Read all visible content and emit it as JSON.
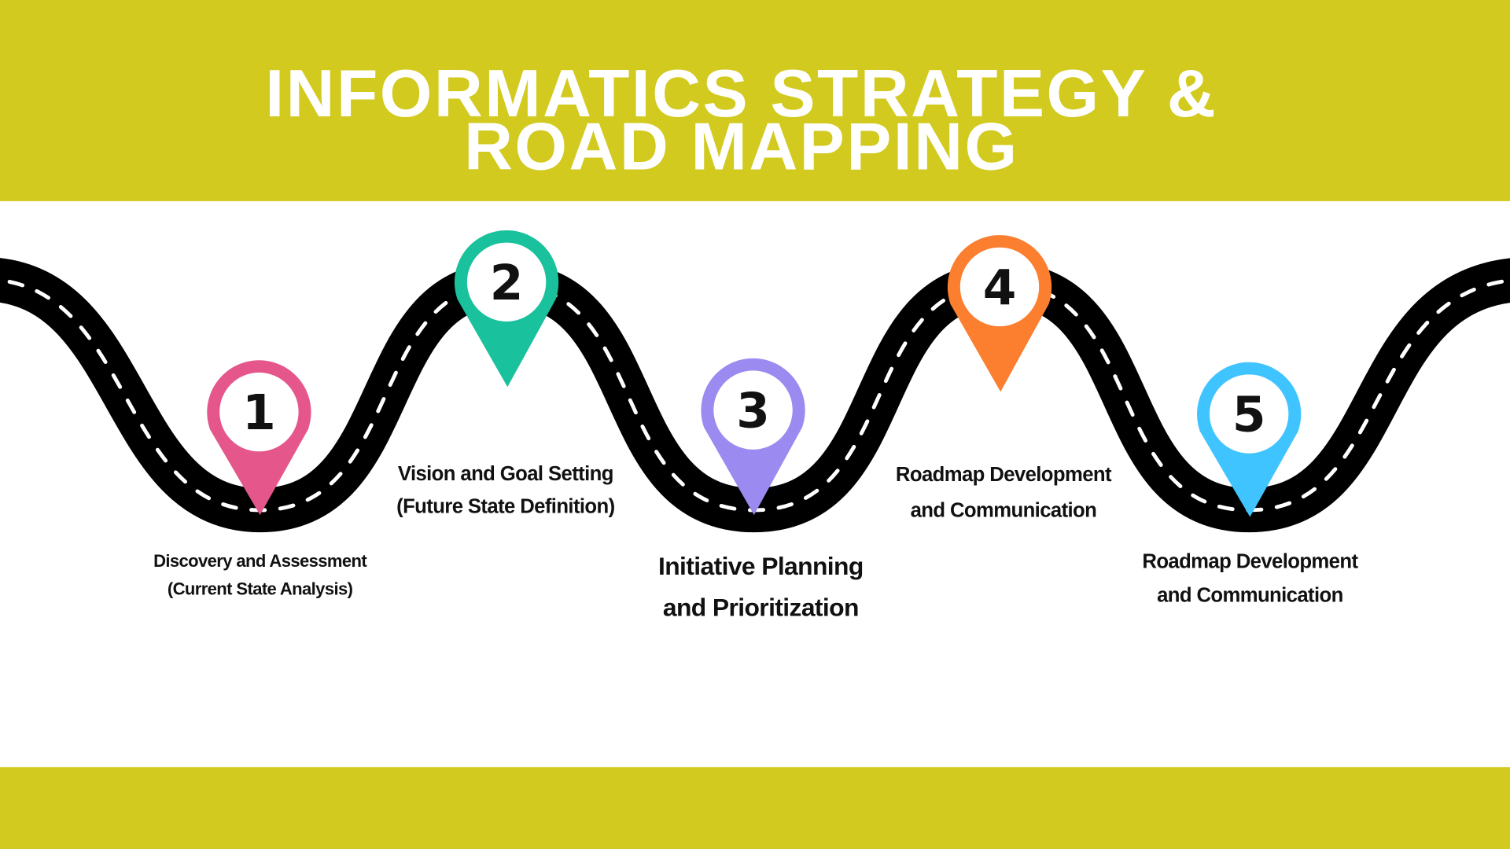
{
  "title": {
    "line1": "INFORMATICS STRATEGY &",
    "line2": "ROAD MAPPING"
  },
  "colors": {
    "band": "#D2CA1F",
    "road": "#000000",
    "pin1": "#E5578A",
    "pin2": "#19C19C",
    "pin3": "#9B8AF0",
    "pin4": "#FC7E2F",
    "pin5": "#40C4FF"
  },
  "steps": [
    {
      "number": "1",
      "line1": "Discovery and Assessment",
      "line2": "(Current State Analysis)"
    },
    {
      "number": "2",
      "line1": "Vision and Goal Setting",
      "line2": "(Future State Definition)"
    },
    {
      "number": "3",
      "line1": "Initiative Planning",
      "line2": "and Prioritization"
    },
    {
      "number": "4",
      "line1": "Roadmap Development",
      "line2": "and Communication"
    },
    {
      "number": "5",
      "line1": "Roadmap Development",
      "line2": "and Communication"
    }
  ]
}
